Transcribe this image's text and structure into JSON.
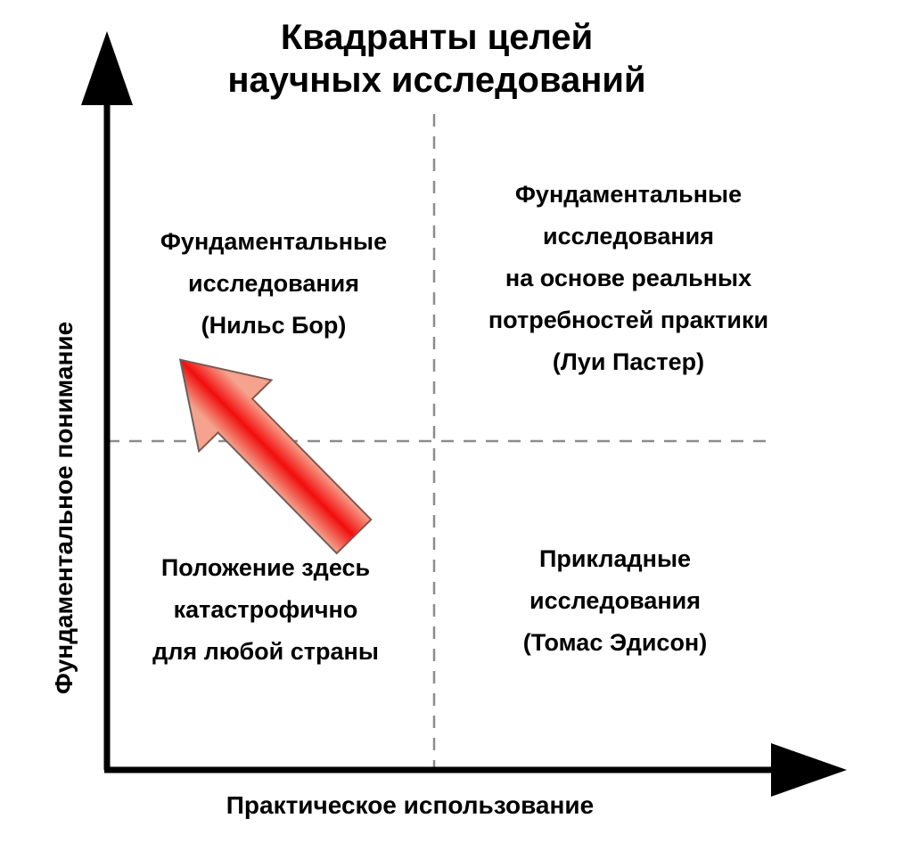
{
  "title": {
    "line1": "Квадранты целей",
    "line2": "научных исследований"
  },
  "axes": {
    "x_label": "Практическое использование",
    "y_label": "Фундаментальное понимание"
  },
  "quadrants": {
    "top_left": {
      "line1": "Фундаментальные",
      "line2": "исследования",
      "line3": "(Нильс Бор)"
    },
    "top_right": {
      "line1": "Фундаментальные",
      "line2": "исследования",
      "line3": "на основе реальных",
      "line4": "потребностей практики",
      "line5": "(Луи Пастер)"
    },
    "bottom_left": {
      "line1": "Положение здесь",
      "line2": "катастрофично",
      "line3": "для любой страны"
    },
    "bottom_right": {
      "line1": "Прикладные",
      "line2": "исследования",
      "line3": "(Томас Эдисон)"
    }
  },
  "colors": {
    "axis": "#000000",
    "divider": "#8c8c8c",
    "arrow_fill_core": "#f20d0d",
    "arrow_fill_edge": "#f5a38e",
    "arrow_stroke": "#7a5a54"
  }
}
